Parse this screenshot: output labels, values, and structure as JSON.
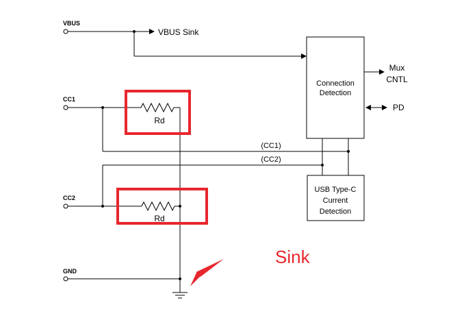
{
  "pins": {
    "vbus": "VBUS",
    "cc1": "CC1",
    "cc2": "CC2",
    "gnd": "GND"
  },
  "labels": {
    "vbus_sink": "VBUS Sink",
    "connection_detection": [
      "Connection",
      "Detection"
    ],
    "usb_current_detection": [
      "USB Type-C",
      "Current",
      "Detection"
    ],
    "mux_cntl": [
      "Mux",
      "CNTL"
    ],
    "pd": "PD",
    "cc1_bus": "(CC1)",
    "cc2_bus": "(CC2)",
    "rd_top": "Rd",
    "rd_bottom": "Rd",
    "sink_annotation": "Sink"
  },
  "colors": {
    "highlight": "#e8262d",
    "annotation": "#e8262d",
    "wire": "#000000"
  }
}
